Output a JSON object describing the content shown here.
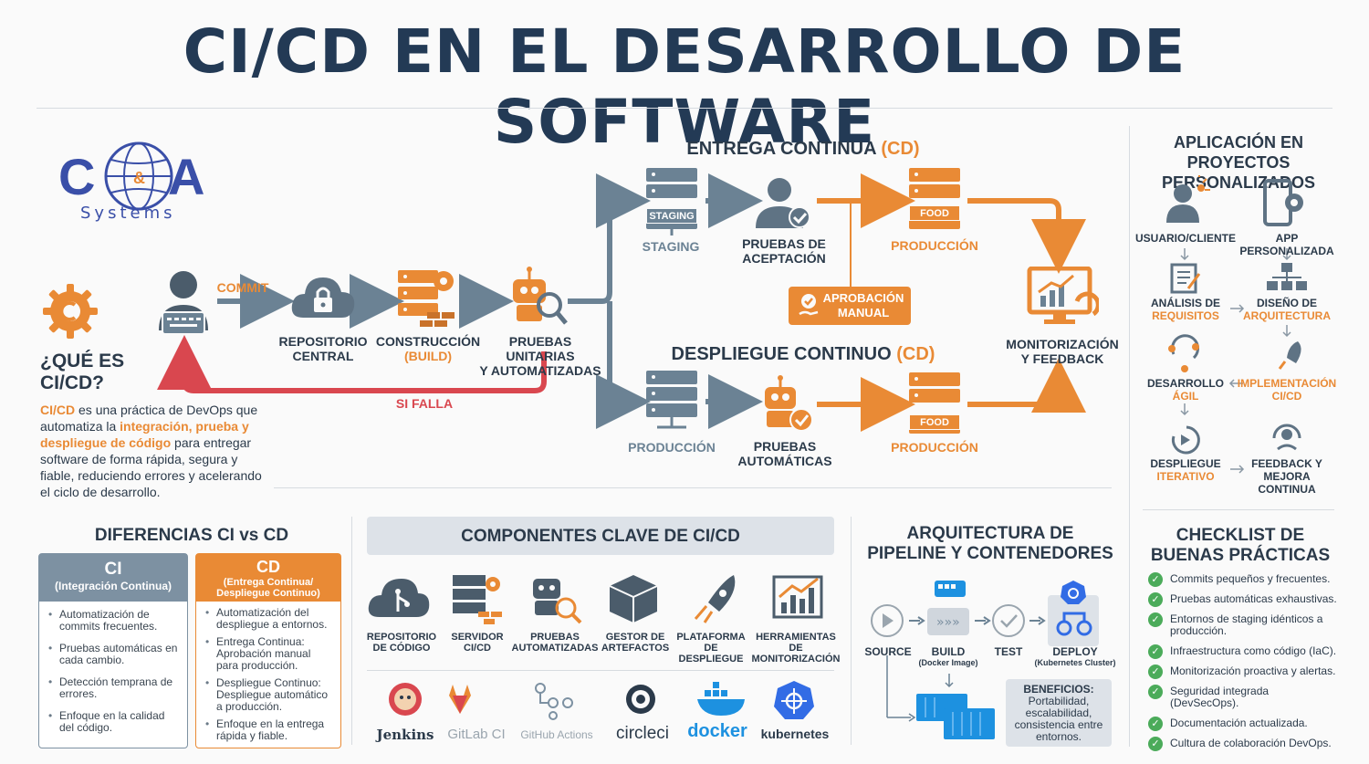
{
  "title": "CI/CD EN EL DESARROLLO DE SOFTWARE",
  "logo": {
    "letters_left": "C",
    "letters_mid": "&",
    "letters_right": "A",
    "sub": "Systems"
  },
  "intro": {
    "heading": "¿QUÉ ES CI/CD?",
    "p1": "CI/CD",
    "p2": " es una práctica de DevOps que automatiza la ",
    "p3": "integración, prueba y despliegue de código",
    "p4": " para entregar software de forma rápida, segura y fiable, reduciendo errores y acelerando el ciclo de desarrollo."
  },
  "pipeline": {
    "commit": "COMMIT",
    "repo": "REPOSITORIO\nCENTRAL",
    "build_a": "CONSTRUCCIÓN",
    "build_b": "(BUILD)",
    "tests": "PRUEBAS UNITARIAS\nY AUTOMATIZADAS",
    "fail": "SI FALLA"
  },
  "cd_delivery": {
    "heading_a": "ENTREGA CONTINUA ",
    "heading_b": "(CD)",
    "staging_tag": "STAGING",
    "staging": "STAGING",
    "acceptance": "PRUEBAS DE\nACEPTACIÓN",
    "prod_tag": "FOOD",
    "production": "PRODUCCIÓN",
    "approval": "APROBACIÓN\nMANUAL"
  },
  "cd_deploy": {
    "heading_a": "DESPLIEGUE CONTINUO ",
    "heading_b": "(CD)",
    "production_left": "PRODUCCIÓN",
    "auto_tests": "PRUEBAS\nAUTOMÁTICAS",
    "prod_tag": "FOOD",
    "production": "PRODUCCIÓN"
  },
  "monitoring": "MONITORIZACIÓN\nY FEEDBACK",
  "application": {
    "heading": "APLICACIÓN EN PROYECTOS PERSONALIZADOS",
    "user": "USUARIO/CLIENTE",
    "app": "APP PERSONALIZADA",
    "analysis_a": "ANÁLISIS DE",
    "analysis_b": "REQUISITOS",
    "design_a": "DISEÑO DE",
    "design_b": "ARQUITECTURA",
    "dev_a": "DESARROLLO",
    "dev_b": "ÁGIL",
    "impl_a": "IMPLEMENTACIÓN",
    "impl_b": "CI/CD",
    "deploy_a": "DESPLIEGUE",
    "deploy_b": "ITERATIVO",
    "feedback": "FEEDBACK Y\nMEJORA\nCONTINUA"
  },
  "differences": {
    "heading": "DIFERENCIAS CI vs CD",
    "ci_title": "CI",
    "ci_sub": "(Integración Continua)",
    "ci_items": [
      "Automatización de commits frecuentes.",
      "Pruebas automáticas en cada cambio.",
      "Detección temprana de errores.",
      "Enfoque en la calidad del código."
    ],
    "cd_title": "CD",
    "cd_sub": "(Entrega Continua/ Despliegue Continuo)",
    "cd_items": [
      "Automatización del despliegue a entornos.",
      "Entrega Continua: Aprobación manual para producción.",
      "Despliegue Continuo: Despliegue automático a producción.",
      "Enfoque en la entrega rápida y fiable."
    ]
  },
  "components": {
    "heading": "COMPONENTES CLAVE DE CI/CD",
    "items": [
      "REPOSITORIO\nDE CÓDIGO",
      "SERVIDOR\nCI/CD",
      "PRUEBAS\nAUTOMATIZADAS",
      "GESTOR DE\nARTEFACTOS",
      "PLATAFORMA\nDE DESPLIEGUE",
      "HERRAMIENTAS DE\nMONITORIZACIÓN"
    ],
    "tools": [
      "Jenkins",
      "GitLab CI",
      "GitHub Actions",
      "circleci",
      "docker",
      "kubernetes"
    ]
  },
  "architecture": {
    "heading": "ARQUITECTURA DE PIPELINE Y CONTENEDORES",
    "source": "SOURCE",
    "build": "BUILD",
    "build_sub": "(Docker Image)",
    "test": "TEST",
    "deploy": "DEPLOY",
    "deploy_sub": "(Kubernetes Cluster)",
    "benefits_title": "BENEFICIOS:",
    "benefits": "Portabilidad, escalabilidad, consistencia entre entornos."
  },
  "checklist": {
    "heading": "CHECKLIST DE BUENAS PRÁCTICAS",
    "items": [
      "Commits pequeños y frecuentes.",
      "Pruebas automáticas exhaustivas.",
      "Entornos de staging idénticos a producción.",
      "Infraestructura como código (IaC).",
      "Monitorización proactiva y alertas.",
      "Seguridad integrada (DevSecOps).",
      "Documentación actualizada.",
      "Cultura de colaboración DevOps."
    ]
  },
  "colors": {
    "navy": "#233a55",
    "orange": "#e98a35",
    "slate": "#6b8294",
    "red": "#d9474f",
    "green": "#4bab5a"
  }
}
